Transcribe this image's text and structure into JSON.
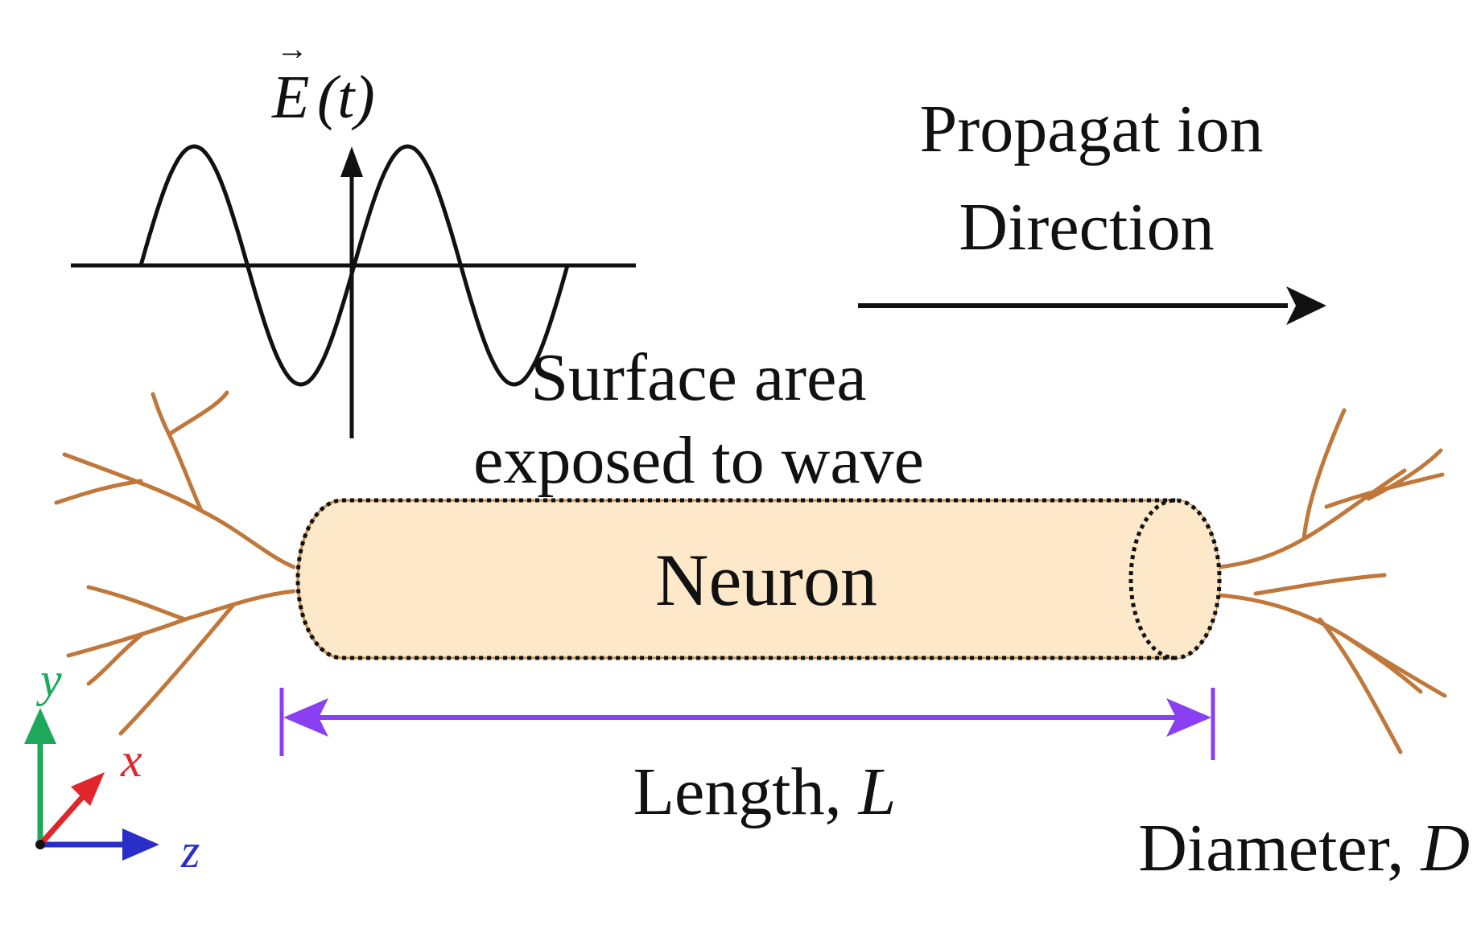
{
  "efield": {
    "letter": "E",
    "arg": "(t)",
    "arrow_glyph": "→"
  },
  "propagation": {
    "line1": "Propagat ion",
    "line2": "Direction"
  },
  "surface": {
    "line1": "Surface area",
    "line2": "exposed to wave"
  },
  "neuron": {
    "label": "Neuron"
  },
  "length": {
    "prefix": "Length, ",
    "symbol": "L"
  },
  "diameter": {
    "prefix": "Diameter, ",
    "symbol": "D"
  },
  "axes": {
    "y": "y",
    "x": "x",
    "z": "z"
  },
  "colors": {
    "neuron_fill": "#fde8c9",
    "neuron_border": "#c98a4a",
    "dendrite": "#c0773a",
    "length_arrow": "#8a3ff2",
    "axis_y": "#1ea85a",
    "axis_x": "#e0262a",
    "axis_z": "#2a2ec8",
    "ink": "#111111"
  }
}
